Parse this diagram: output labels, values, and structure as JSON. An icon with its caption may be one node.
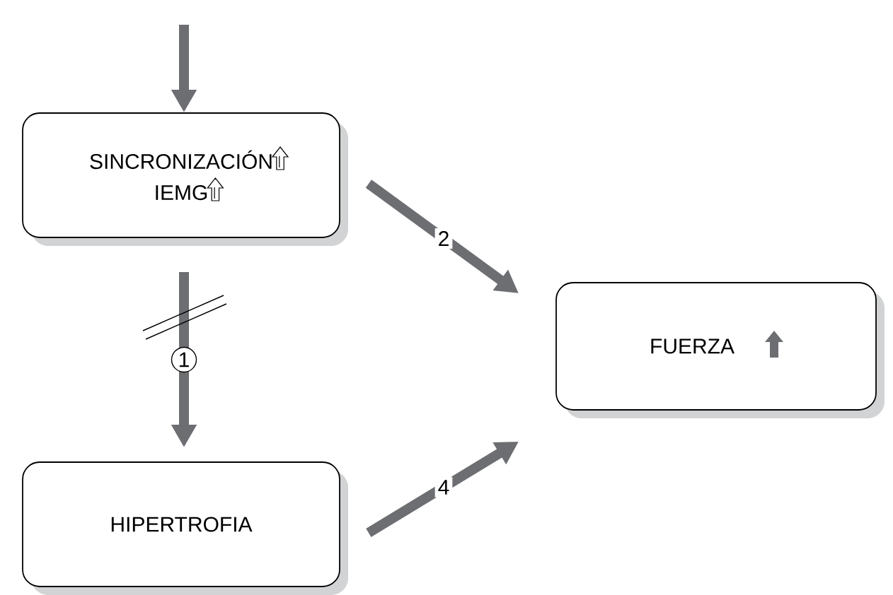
{
  "diagram": {
    "nodes": [
      {
        "text": [
          "SINCRONIZACIÓN",
          "IEMG"
        ]
      },
      {
        "text": [
          "FUERZA"
        ]
      },
      {
        "text": [
          "HIPERTROFIA"
        ]
      }
    ],
    "edges": [
      {
        "from": null,
        "to": 0,
        "arrow": "to"
      },
      {
        "from": 0,
        "to": 1,
        "arrow": "to",
        "label": "2"
      },
      {
        "from": 0,
        "to": 2,
        "arrow": "to",
        "label": "1"
      },
      {
        "from": 2,
        "to": 1,
        "arrow": "to",
        "label": "4"
      }
    ]
  }
}
